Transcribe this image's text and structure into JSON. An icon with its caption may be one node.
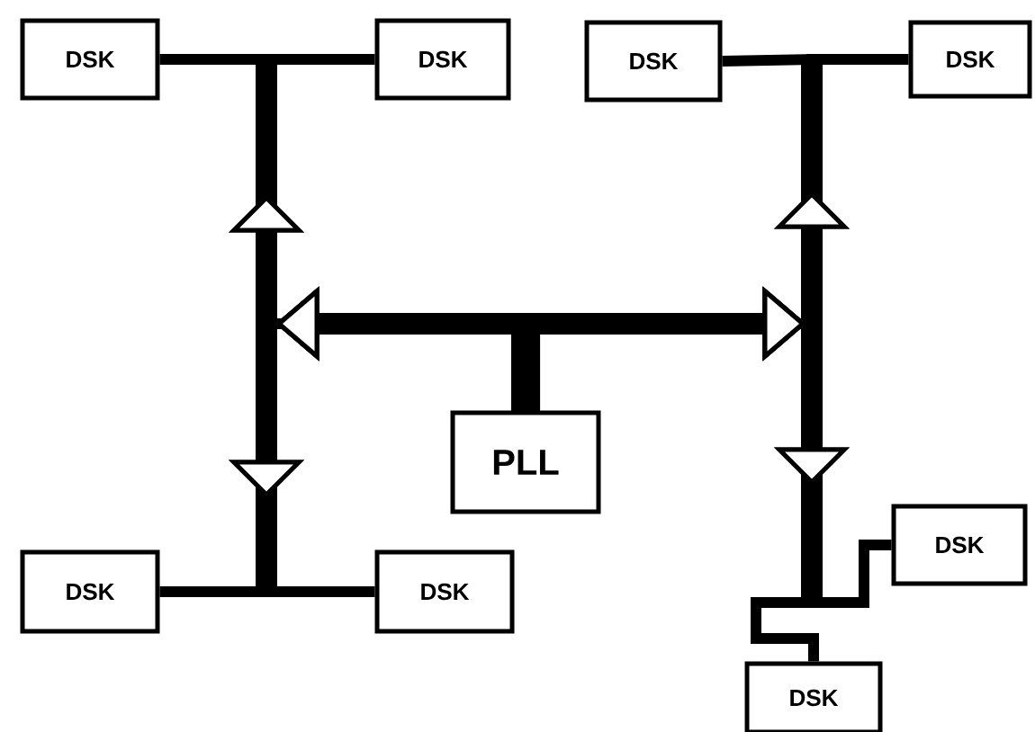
{
  "diagram": {
    "nodes": [
      {
        "text": [
          "DSK"
        ]
      },
      {
        "text": [
          "DSK"
        ]
      },
      {
        "text": [
          "DSK"
        ]
      },
      {
        "text": [
          "DSK"
        ]
      },
      {
        "text": [
          "PLL"
        ]
      },
      {
        "text": [
          "DSK"
        ]
      },
      {
        "text": [
          "DSK"
        ]
      },
      {
        "text": [
          "DSK"
        ]
      },
      {
        "text": [
          "DSK"
        ]
      }
    ],
    "edges": [
      {
        "from": 4,
        "to": 0,
        "arrow": "to"
      },
      {
        "from": 4,
        "to": 1,
        "arrow": "to"
      },
      {
        "from": 4,
        "to": 2,
        "arrow": "to"
      },
      {
        "from": 4,
        "to": 3,
        "arrow": "to"
      },
      {
        "from": 4,
        "to": 5,
        "arrow": "to"
      },
      {
        "from": 4,
        "to": 6,
        "arrow": "to"
      },
      {
        "from": 4,
        "to": 7,
        "arrow": "to"
      },
      {
        "from": 4,
        "to": 8,
        "arrow": "to"
      }
    ]
  }
}
